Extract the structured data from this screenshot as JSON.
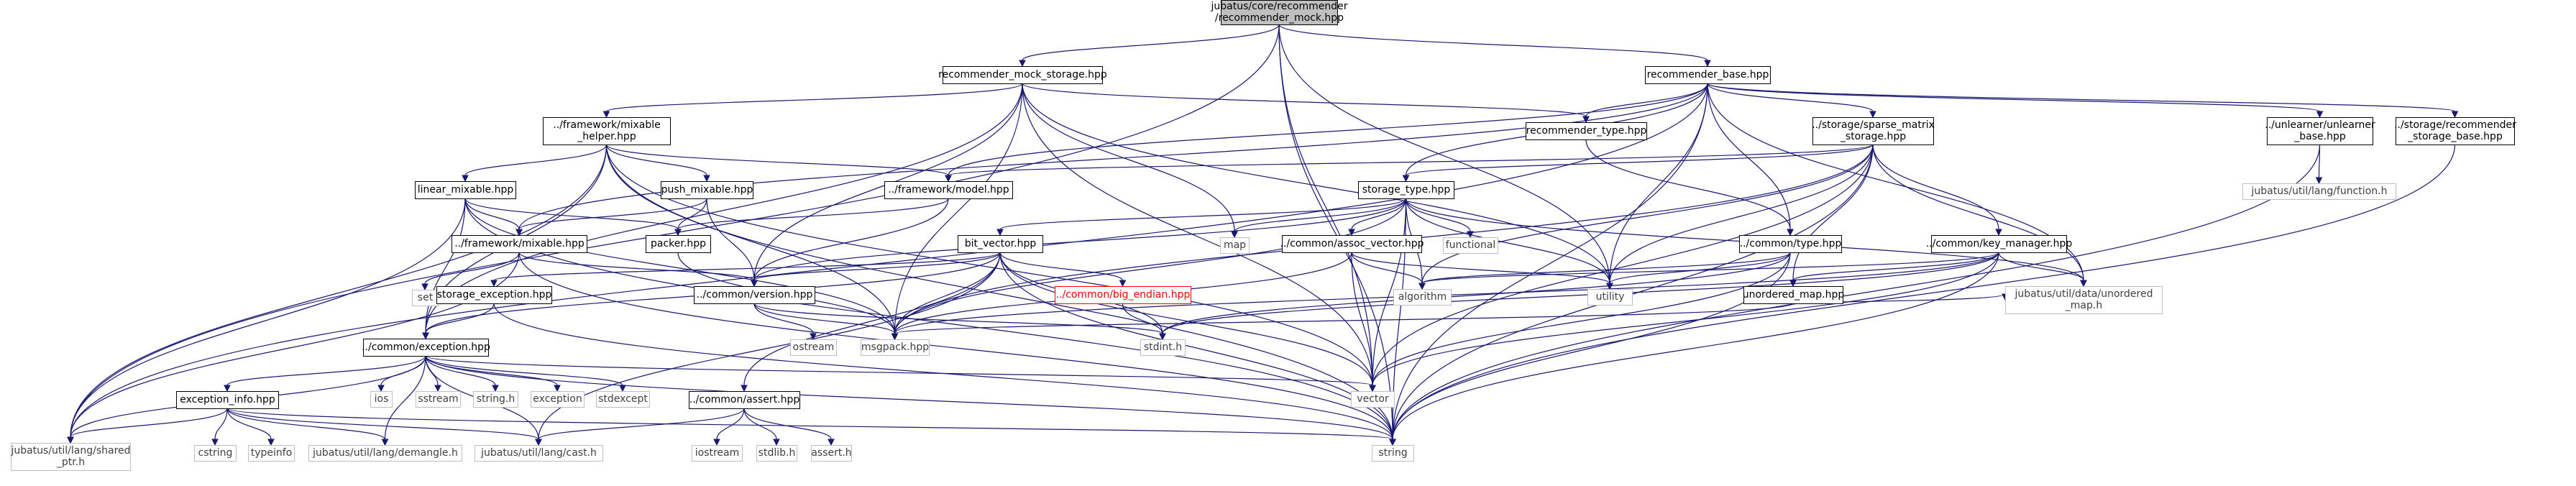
{
  "nodes": [
    {
      "id": "root",
      "lines": [
        "jubatus/core/recommender",
        "/recommender_mock.hpp"
      ],
      "style": "root"
    },
    {
      "id": "mock_storage",
      "lines": [
        "recommender_mock_storage.hpp"
      ],
      "style": "normal"
    },
    {
      "id": "rec_base",
      "lines": [
        "recommender_base.hpp"
      ],
      "style": "normal"
    },
    {
      "id": "mixable_helper",
      "lines": [
        "../framework/mixable",
        "_helper.hpp"
      ],
      "style": "normal"
    },
    {
      "id": "rec_type",
      "lines": [
        "recommender_type.hpp"
      ],
      "style": "normal"
    },
    {
      "id": "sparse_matrix",
      "lines": [
        "../storage/sparse_matrix",
        "_storage.hpp"
      ],
      "style": "normal"
    },
    {
      "id": "unlearner",
      "lines": [
        "../unlearner/unlearner",
        "_base.hpp"
      ],
      "style": "normal"
    },
    {
      "id": "rec_storage_base",
      "lines": [
        "../storage/recommender",
        "_storage_base.hpp"
      ],
      "style": "normal"
    },
    {
      "id": "linear_mixable",
      "lines": [
        "linear_mixable.hpp"
      ],
      "style": "normal"
    },
    {
      "id": "push_mixable",
      "lines": [
        "push_mixable.hpp"
      ],
      "style": "normal"
    },
    {
      "id": "model",
      "lines": [
        "../framework/model.hpp"
      ],
      "style": "normal"
    },
    {
      "id": "storage_type",
      "lines": [
        "storage_type.hpp"
      ],
      "style": "normal"
    },
    {
      "id": "key_manager",
      "lines": [
        "../common/key_manager.hpp"
      ],
      "style": "normal"
    },
    {
      "id": "function_h",
      "lines": [
        "jubatus/util/lang/function.h"
      ],
      "style": "ext"
    },
    {
      "id": "fw_mixable",
      "lines": [
        "../framework/mixable.hpp"
      ],
      "style": "normal"
    },
    {
      "id": "packer",
      "lines": [
        "packer.hpp"
      ],
      "style": "normal"
    },
    {
      "id": "bit_vector",
      "lines": [
        "bit_vector.hpp"
      ],
      "style": "normal"
    },
    {
      "id": "assoc_vector",
      "lines": [
        "../common/assoc_vector.hpp"
      ],
      "style": "normal"
    },
    {
      "id": "common_type",
      "lines": [
        "../common/type.hpp"
      ],
      "style": "normal"
    },
    {
      "id": "map",
      "lines": [
        "map"
      ],
      "style": "ext"
    },
    {
      "id": "functional",
      "lines": [
        "functional"
      ],
      "style": "ext"
    },
    {
      "id": "set",
      "lines": [
        "set"
      ],
      "style": "ext"
    },
    {
      "id": "storage_exception",
      "lines": [
        "storage_exception.hpp"
      ],
      "style": "normal"
    },
    {
      "id": "version",
      "lines": [
        "../common/version.hpp"
      ],
      "style": "normal"
    },
    {
      "id": "big_endian",
      "lines": [
        "../common/big_endian.hpp"
      ],
      "style": "red"
    },
    {
      "id": "algorithm",
      "lines": [
        "algorithm"
      ],
      "style": "ext"
    },
    {
      "id": "utility",
      "lines": [
        "utility"
      ],
      "style": "ext"
    },
    {
      "id": "unordered_map_hpp",
      "lines": [
        "unordered_map.hpp"
      ],
      "style": "normal"
    },
    {
      "id": "unordered_map_h",
      "lines": [
        "jubatus/util/data/unordered",
        "_map.h"
      ],
      "style": "ext"
    },
    {
      "id": "ostream",
      "lines": [
        "ostream"
      ],
      "style": "ext"
    },
    {
      "id": "msgpack",
      "lines": [
        "msgpack.hpp"
      ],
      "style": "ext"
    },
    {
      "id": "stdint",
      "lines": [
        "stdint.h"
      ],
      "style": "ext"
    },
    {
      "id": "exception_hpp",
      "lines": [
        "../common/exception.hpp"
      ],
      "style": "normal"
    },
    {
      "id": "vector",
      "lines": [
        "vector"
      ],
      "style": "ext"
    },
    {
      "id": "ios",
      "lines": [
        "ios"
      ],
      "style": "ext"
    },
    {
      "id": "sstream",
      "lines": [
        "sstream"
      ],
      "style": "ext"
    },
    {
      "id": "string_h",
      "lines": [
        "string.h"
      ],
      "style": "ext"
    },
    {
      "id": "exception",
      "lines": [
        "exception"
      ],
      "style": "ext"
    },
    {
      "id": "stdexcept",
      "lines": [
        "stdexcept"
      ],
      "style": "ext"
    },
    {
      "id": "exception_info",
      "lines": [
        "exception_info.hpp"
      ],
      "style": "normal"
    },
    {
      "id": "assert_hpp",
      "lines": [
        "../common/assert.hpp"
      ],
      "style": "normal"
    },
    {
      "id": "shared_ptr",
      "lines": [
        "jubatus/util/lang/shared",
        "_ptr.h"
      ],
      "style": "ext"
    },
    {
      "id": "cstring",
      "lines": [
        "cstring"
      ],
      "style": "ext"
    },
    {
      "id": "typeinfo",
      "lines": [
        "typeinfo"
      ],
      "style": "ext"
    },
    {
      "id": "demangle",
      "lines": [
        "jubatus/util/lang/demangle.h"
      ],
      "style": "ext"
    },
    {
      "id": "cast",
      "lines": [
        "jubatus/util/lang/cast.h"
      ],
      "style": "ext"
    },
    {
      "id": "iostream",
      "lines": [
        "iostream"
      ],
      "style": "ext"
    },
    {
      "id": "stdlib",
      "lines": [
        "stdlib.h"
      ],
      "style": "ext"
    },
    {
      "id": "assert_h",
      "lines": [
        "assert.h"
      ],
      "style": "ext"
    },
    {
      "id": "string",
      "lines": [
        "string"
      ],
      "style": "ext"
    }
  ],
  "edges": [
    [
      "root",
      "mock_storage"
    ],
    [
      "root",
      "rec_base"
    ],
    [
      "root",
      "shared_ptr"
    ],
    [
      "root",
      "string"
    ],
    [
      "root",
      "vector"
    ],
    [
      "root",
      "utility"
    ],
    [
      "mock_storage",
      "mixable_helper"
    ],
    [
      "mock_storage",
      "rec_type"
    ],
    [
      "mock_storage",
      "map"
    ],
    [
      "mock_storage",
      "utility"
    ],
    [
      "mock_storage",
      "vector"
    ],
    [
      "mock_storage",
      "msgpack"
    ],
    [
      "mock_storage",
      "exception_hpp"
    ],
    [
      "mock_storage",
      "version"
    ],
    [
      "rec_base",
      "rec_type"
    ],
    [
      "rec_base",
      "sparse_matrix"
    ],
    [
      "rec_base",
      "unlearner"
    ],
    [
      "rec_base",
      "rec_storage_base"
    ],
    [
      "rec_base",
      "model"
    ],
    [
      "rec_base",
      "fw_mixable"
    ],
    [
      "rec_base",
      "storage_type"
    ],
    [
      "rec_base",
      "common_type"
    ],
    [
      "rec_base",
      "string"
    ],
    [
      "rec_base",
      "utility"
    ],
    [
      "rec_base",
      "unordered_map_h"
    ],
    [
      "rec_base",
      "shared_ptr"
    ],
    [
      "mixable_helper",
      "linear_mixable"
    ],
    [
      "mixable_helper",
      "push_mixable"
    ],
    [
      "mixable_helper",
      "model"
    ],
    [
      "mixable_helper",
      "msgpack"
    ],
    [
      "mixable_helper",
      "shared_ptr"
    ],
    [
      "mixable_helper",
      "exception_hpp"
    ],
    [
      "mixable_helper",
      "vector"
    ],
    [
      "mixable_helper",
      "string"
    ],
    [
      "rec_type",
      "common_type"
    ],
    [
      "sparse_matrix",
      "storage_type"
    ],
    [
      "sparse_matrix",
      "key_manager"
    ],
    [
      "sparse_matrix",
      "unordered_map_hpp"
    ],
    [
      "sparse_matrix",
      "model"
    ],
    [
      "sparse_matrix",
      "unordered_map_h"
    ],
    [
      "sparse_matrix",
      "string"
    ],
    [
      "sparse_matrix",
      "vector"
    ],
    [
      "sparse_matrix",
      "utility"
    ],
    [
      "sparse_matrix",
      "algorithm"
    ],
    [
      "sparse_matrix",
      "msgpack"
    ],
    [
      "unlearner",
      "function_h"
    ],
    [
      "unlearner",
      "string"
    ],
    [
      "rec_storage_base",
      "string"
    ],
    [
      "linear_mixable",
      "fw_mixable"
    ],
    [
      "linear_mixable",
      "packer"
    ],
    [
      "linear_mixable",
      "shared_ptr"
    ],
    [
      "linear_mixable",
      "msgpack"
    ],
    [
      "linear_mixable",
      "exception_hpp"
    ],
    [
      "linear_mixable",
      "string"
    ],
    [
      "push_mixable",
      "fw_mixable"
    ],
    [
      "push_mixable",
      "packer"
    ],
    [
      "push_mixable",
      "version"
    ],
    [
      "model",
      "packer"
    ],
    [
      "model",
      "version"
    ],
    [
      "storage_type",
      "bit_vector"
    ],
    [
      "storage_type",
      "assoc_vector"
    ],
    [
      "storage_type",
      "map"
    ],
    [
      "storage_type",
      "functional"
    ],
    [
      "storage_type",
      "msgpack"
    ],
    [
      "storage_type",
      "version"
    ],
    [
      "storage_type",
      "unordered_map_h"
    ],
    [
      "storage_type",
      "vector"
    ],
    [
      "storage_type",
      "string"
    ],
    [
      "storage_type",
      "utility"
    ],
    [
      "storage_type",
      "algorithm"
    ],
    [
      "key_manager",
      "unordered_map_hpp"
    ],
    [
      "key_manager",
      "unordered_map_h"
    ],
    [
      "key_manager",
      "msgpack"
    ],
    [
      "key_manager",
      "string"
    ],
    [
      "key_manager",
      "vector"
    ],
    [
      "key_manager",
      "stdint"
    ],
    [
      "key_manager",
      "algorithm"
    ],
    [
      "fw_mixable",
      "set"
    ],
    [
      "fw_mixable",
      "version"
    ],
    [
      "fw_mixable",
      "string"
    ],
    [
      "fw_mixable",
      "shared_ptr"
    ],
    [
      "packer",
      "msgpack"
    ],
    [
      "bit_vector",
      "storage_exception"
    ],
    [
      "bit_vector",
      "big_endian"
    ],
    [
      "bit_vector",
      "assert_hpp"
    ],
    [
      "bit_vector",
      "exception_hpp"
    ],
    [
      "bit_vector",
      "msgpack"
    ],
    [
      "bit_vector",
      "stdint"
    ],
    [
      "bit_vector",
      "vector"
    ],
    [
      "bit_vector",
      "string"
    ],
    [
      "bit_vector",
      "version"
    ],
    [
      "bit_vector",
      "cast"
    ],
    [
      "assoc_vector",
      "algorithm"
    ],
    [
      "assoc_vector",
      "msgpack"
    ],
    [
      "assoc_vector",
      "utility"
    ],
    [
      "assoc_vector",
      "vector"
    ],
    [
      "common_type",
      "utility"
    ],
    [
      "common_type",
      "vector"
    ],
    [
      "common_type",
      "string"
    ],
    [
      "common_type",
      "stdint"
    ],
    [
      "common_type",
      "algorithm"
    ],
    [
      "storage_exception",
      "exception_hpp"
    ],
    [
      "storage_exception",
      "string"
    ],
    [
      "version",
      "ostream"
    ],
    [
      "version",
      "msgpack"
    ],
    [
      "version",
      "stdint"
    ],
    [
      "big_endian",
      "stdint"
    ],
    [
      "unordered_map_hpp",
      "unordered_map_h"
    ],
    [
      "unordered_map_hpp",
      "msgpack"
    ],
    [
      "exception_hpp",
      "ios"
    ],
    [
      "exception_hpp",
      "sstream"
    ],
    [
      "exception_hpp",
      "string_h"
    ],
    [
      "exception_hpp",
      "exception"
    ],
    [
      "exception_hpp",
      "stdexcept"
    ],
    [
      "exception_hpp",
      "exception_info"
    ],
    [
      "exception_hpp",
      "shared_ptr"
    ],
    [
      "exception_hpp",
      "string"
    ],
    [
      "exception_hpp",
      "vector"
    ],
    [
      "exception_hpp",
      "demangle"
    ],
    [
      "exception_hpp",
      "cast"
    ],
    [
      "exception_info",
      "cstring"
    ],
    [
      "exception_info",
      "typeinfo"
    ],
    [
      "exception_info",
      "demangle"
    ],
    [
      "exception_info",
      "cast"
    ],
    [
      "exception_info",
      "shared_ptr"
    ],
    [
      "exception_info",
      "string"
    ],
    [
      "assert_hpp",
      "iostream"
    ],
    [
      "assert_hpp",
      "stdlib"
    ],
    [
      "assert_hpp",
      "assert_h"
    ],
    [
      "assert_hpp",
      "cast"
    ]
  ],
  "colors": {
    "edge": "#191970",
    "node_border": "#000000",
    "ext_border": "#bfbfbf",
    "ext_text": "#404040",
    "root_fill": "#bfbfbf",
    "red_border": "#ff0000",
    "red_text": "#ff0000"
  }
}
